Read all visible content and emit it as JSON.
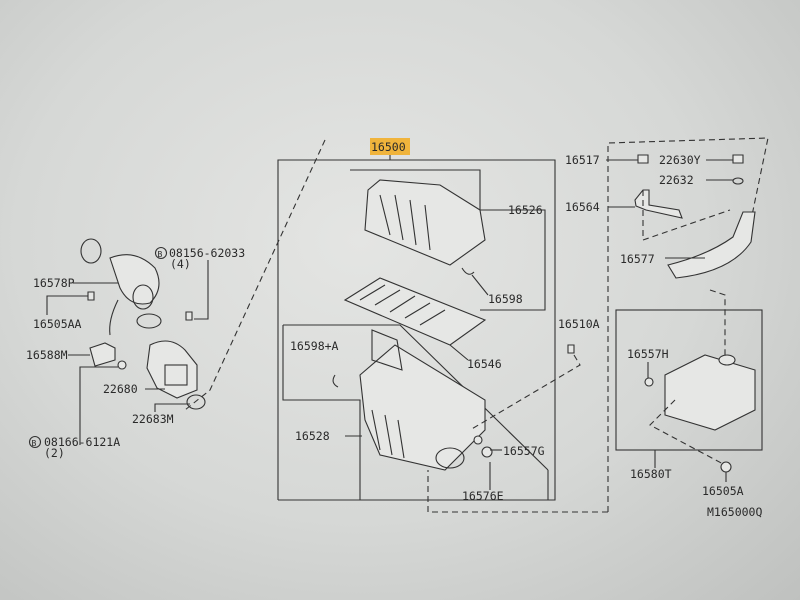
{
  "diagram": {
    "highlight_color": "#f0b43c",
    "main_assembly": "16500",
    "labels": {
      "p16526": "16526",
      "p16598": "16598",
      "p16546": "16546",
      "p16598a": "16598+A",
      "p16528": "16528",
      "p16557g": "16557G",
      "p16576e": "16576E",
      "p16510a": "16510A",
      "p16517": "16517",
      "p22630y": "22630Y",
      "p22632": "22632",
      "p16564": "16564",
      "p16577": "16577",
      "p16557h": "16557H",
      "p16580t": "16580T",
      "p16505a": "16505A",
      "p16578p": "16578P",
      "p16505aa": "16505AA",
      "p16588m": "16588M",
      "p22680": "22680",
      "p22683m": "22683M",
      "bolt1": "08156-62033",
      "bolt1_qty": "(4)",
      "bolt2": "08166-6121A",
      "bolt2_qty": "(2)",
      "bolt_marker": "B"
    },
    "figure_code": "M165000Q"
  }
}
